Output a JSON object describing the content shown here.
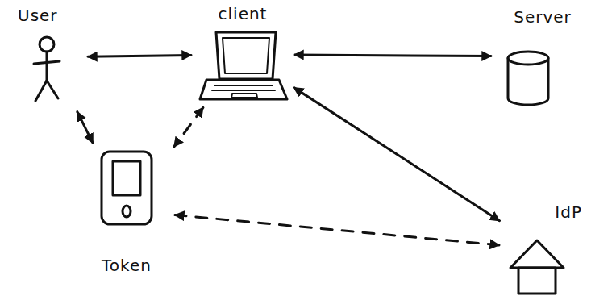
{
  "diagram": {
    "nodes": [
      {
        "text": [
          "User"
        ]
      },
      {
        "text": [
          "client"
        ]
      },
      {
        "text": [
          "Server"
        ]
      },
      {
        "text": [
          "Token"
        ]
      },
      {
        "text": [
          "IdP"
        ]
      }
    ],
    "edges": [
      {
        "from": 0,
        "to": 1,
        "arrow": "both"
      },
      {
        "from": 1,
        "to": 2,
        "arrow": "both"
      },
      {
        "from": 1,
        "to": 4,
        "arrow": "both"
      },
      {
        "from": 1,
        "to": 3,
        "arrow": "both"
      },
      {
        "from": 0,
        "to": 3,
        "arrow": "both"
      },
      {
        "from": 3,
        "to": 4,
        "arrow": "both"
      }
    ]
  }
}
